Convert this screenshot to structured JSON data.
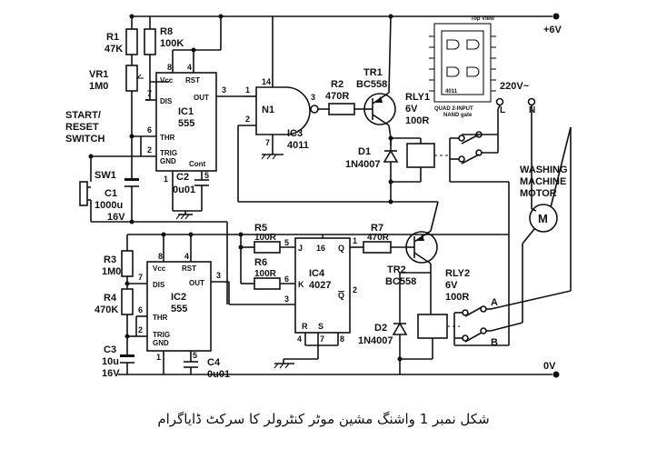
{
  "labels": {
    "r1": "R1",
    "r1v": "47K",
    "r8": "R8",
    "r8v": "100K",
    "vr1": "VR1",
    "vr1v": "1M0",
    "start": "START/",
    "reset": "RESET",
    "switch": "SWITCH",
    "sw1": "SW1",
    "c1": "C1",
    "c1v": "1000u",
    "c1v2": "16V",
    "ic1": "IC1",
    "ic1v": "555",
    "vcc": "Vcc",
    "rst": "RST",
    "dis": "DIS",
    "out": "OUT",
    "thr": "THR",
    "trig": "TRIG",
    "gnd": "GND",
    "cont": "Cont",
    "c2": "C2",
    "c2v": "0u01",
    "n1": "N1",
    "ic3": "IC3",
    "ic3v": "4011",
    "r2": "R2",
    "r2v": "470R",
    "tr1": "TR1",
    "tr1v": "BC558",
    "rly1": "RLY1",
    "rly1v": "6V",
    "rly1r": "100R",
    "d1": "D1",
    "d1v": "1N4007",
    "v6": "+6V",
    "v0": "0V",
    "v220": "220V~",
    "L": "L",
    "N": "N",
    "wm1": "WASHING",
    "wm2": "MACHINE",
    "wm3": "MOTOR",
    "M": "M",
    "r3": "R3",
    "r3v": "1M0",
    "r4": "R4",
    "r4v": "470K",
    "c3": "C3",
    "c3v": "10u",
    "c3v2": "16V",
    "ic2": "IC2",
    "ic2v": "555",
    "c4": "C4",
    "c4v": "0u01",
    "r5": "R5",
    "r5v": "100R",
    "r6": "R6",
    "r6v": "100R",
    "ic4": "IC4",
    "ic4v": "4027",
    "J": "J",
    "K": "K",
    "Q": "Q",
    "Qb": "Q",
    "R": "R",
    "S": "S",
    "r7": "R7",
    "r7v": "470R",
    "tr2": "TR2",
    "tr2v": "BC558",
    "rly2": "RLY2",
    "rly2v": "6V",
    "rly2r": "100R",
    "d2": "D2",
    "d2v": "1N4007",
    "A": "A",
    "B": "B",
    "quad1": "QUAD 2-INPUT",
    "quad2": "NAND gate",
    "chip4011": "4011",
    "toptag": "Top View",
    "p1": "1",
    "p2": "2",
    "p3": "3",
    "p4": "4",
    "p5": "5",
    "p6": "6",
    "p7": "7",
    "p8": "8",
    "p14": "14",
    "p16": "16"
  },
  "caption": "شکل نمبر 1 واشنگ مشین موٹر کنٹرولر کا سرکٹ ڈایاگرام"
}
